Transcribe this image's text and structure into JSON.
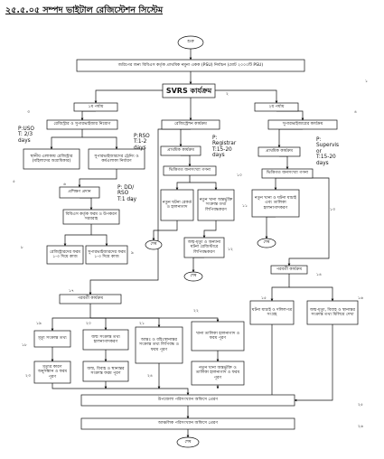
{
  "title": "২৫.৫.০৫ সম্পদ ভাইটাল রেজিস্টেশন সিস্টেম",
  "nodes": {
    "start": "শুরু",
    "psu_select": "জরিপের জন্য বিবিএস কর্তৃক প্রাথমিক নমুনা একক (PSU) নির্বাচন (মোট ২০০০টি PSU)",
    "svrs_office": "SVRS কার্যক্রম",
    "phase1": "১ম পর্যায়",
    "phase2": "২য় পর্যায়",
    "registrar_sup": "রেজিস্ট্রার ও সুপারভাইজার নিয়োগ",
    "local_registrar": "স্থানীয় এলাকায় রেজিস্ট্রার (মহিলাদের অগ্রাধিকার)",
    "sup_training": "সুপারভাইজারদের ট্রেনিং ও কর্মএলাকা নির্ধারণ",
    "training": "প্রশিক্ষণ প্রদান",
    "bbs_tools": "বিবিএস কর্তৃক ফরম ও উপকরণ সরবরাহ",
    "registrar_form": "রেজিস্ট্রারদের ফরম ১-৩ দিয়ে কাজ",
    "sup_form": "সুপারভাইজারদের ফরম ১-৩ দিয়ে কাজ",
    "registration_work": "রেজিস্ট্রেশন কার্যক্রম",
    "initial_work": "প্রাথমিক কার্যক্রম",
    "census_work": "ভিত্তিগত জনসংখ্যা গণনা",
    "new_events": "নতুন ঘটনা রেকর্ড ও হালনাগাদ",
    "new_households": "নতুন খানা অন্তর্ভুক্তি সংক্রান্ত তথ্য লিপিবদ্ধকরণ",
    "event_register": "জন্ম-মৃত্যু ও অন্যান্য ঘটনা রেজিস্টারে লিপিবদ্ধকরণ",
    "end1": "শেষ",
    "end2": "শেষ",
    "sup_work": "সুপারভাইজারের কার্যক্রম",
    "sup_initial": "প্রাথমিক কার্যক্রম",
    "sup_census": "ভিত্তিগত জনসংখ্যা গণনা",
    "sup_verify": "নতুন খানা ও ঘটনা যাচাই এবং তালিকা হালনাগাদকরণ",
    "end3": "শেষ",
    "sup_final": "পরবর্তী কার্যক্রম",
    "sup_doc": "ঘটনা যাচাই ও দলিলপত্র সংগ্রহ",
    "sup_match": "জন্ম-মৃত্যু, বিবাহ ও স্থানান্তর সংক্রান্ত তথ্য মিলিয়ে দেখা",
    "next_work": "পরবর্তী কার্যক্রম",
    "b1_top": "মৃত্যু সংক্রান্ত তথ্য",
    "b1_bot": "মৃত্যুর কারণ অনুসন্ধান ও ফরম পূরণ",
    "b2_top": "জন্ম সংক্রান্ত তথ্য হালনাগাদকরণ",
    "b2_bot": "জন্ম, বিবাহ ও স্থানান্তর সংক্রান্ত ফরম পূরণ",
    "b3": "আন্তঃ ও বহিঃস্থানান্তর সংক্রান্ত তথ্য লিপিবদ্ধ ও ফরম পূরণ",
    "b4_top": "খানা তালিকা হালনাগাদ ও ফরম পূরণ",
    "b4_bot": "নতুন খানা অন্তর্ভুক্তি ও তালিকা হালনাগাদ ও ফরম পূরণ",
    "upazila_office": "উপজেলা পরিসংখ্যান অফিসে প্রেরণ",
    "regional_office": "আঞ্চলিক পরিসংখ্যান অফিসে প্রেরণ",
    "end_final": "শেষ"
  },
  "notes": {
    "p_uso": "P:USO\nT: 2/3\ndays",
    "p_rso": "P:RSO\nT:1-2\ndays",
    "p_dd": "P: DD/\nRSO\nT:1 day",
    "p_registrar": "P:\nRegistrar\nT:15-20\ndays",
    "p_supervisor": "P:\nSupervis\nor\nT:15-20\ndays"
  },
  "step_numbers": [
    "১",
    "২",
    "৩",
    "৪",
    "৫",
    "৬",
    "৭",
    "৮",
    "৯",
    "১০",
    "১১",
    "১২",
    "১৩",
    "১৪",
    "১৫",
    "১৬",
    "১৭",
    "১৮",
    "১৯",
    "২০",
    "২১",
    "২২",
    "২৩",
    "২৪",
    "২৫",
    "২৬"
  ],
  "colors": {
    "stroke": "#111111",
    "background": "#ffffff",
    "text": "#111111"
  }
}
